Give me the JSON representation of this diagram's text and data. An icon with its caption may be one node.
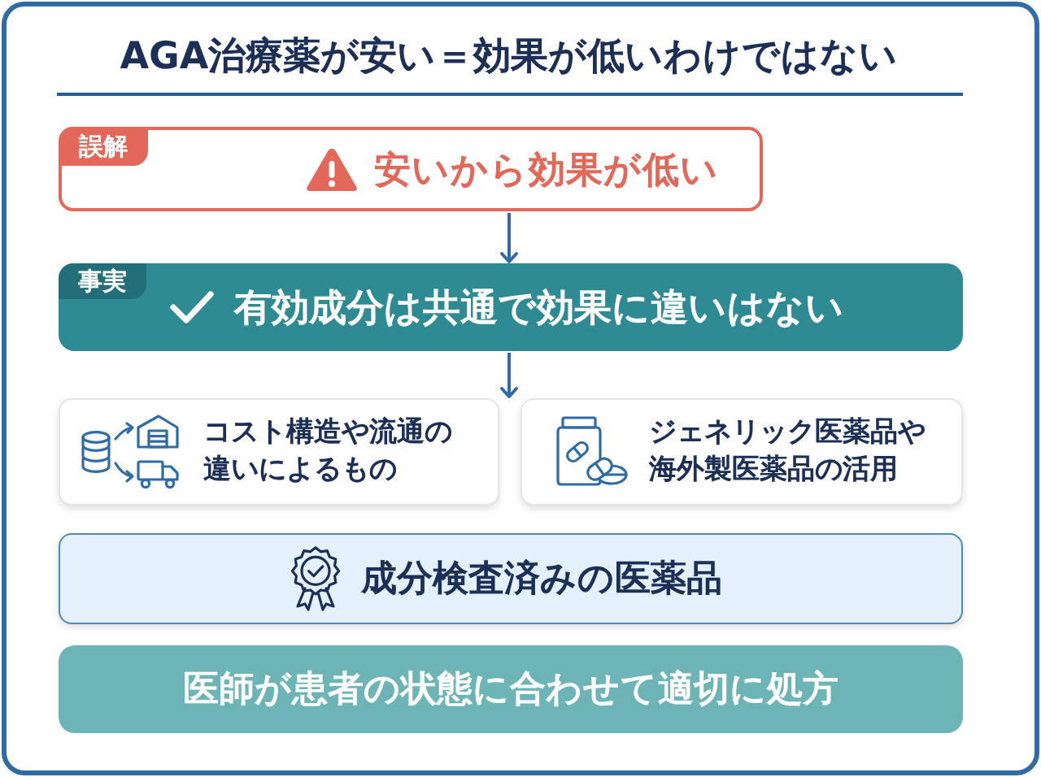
{
  "diagram": {
    "title": "AGA治療薬が安い＝効果が低いわけではない",
    "nodes": [
      {
        "text": [
          "誤解",
          "安いから効果が低い"
        ]
      },
      {
        "text": [
          "事実",
          "有効成分は共通で効果に違いはない"
        ]
      },
      {
        "text": [
          "コスト構造や流通の違いによるもの"
        ]
      },
      {
        "text": [
          "ジェネリック医薬品や海外製医薬品の活用"
        ]
      },
      {
        "text": [
          "成分検査済みの医薬品"
        ]
      },
      {
        "text": [
          "医師が患者の状態に合わせて適切に処方"
        ]
      }
    ],
    "edges": [
      {
        "from": 0,
        "to": 1,
        "arrow": "to"
      },
      {
        "from": 1,
        "to": 2,
        "arrow": "to"
      },
      {
        "from": 1,
        "to": 3,
        "arrow": "to"
      }
    ]
  }
}
